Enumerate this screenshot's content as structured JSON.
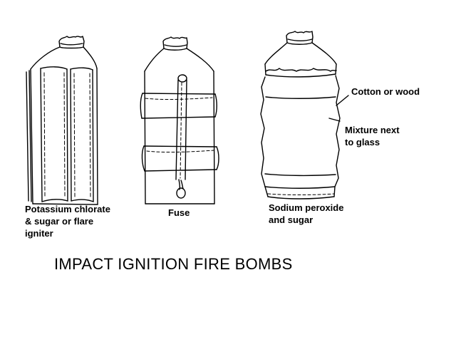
{
  "labels": {
    "bottle1": [
      "Potassium chlorate",
      "& sugar or flare",
      "igniter"
    ],
    "bottle2": "Fuse",
    "bottle3": [
      "Sodium peroxide",
      "and sugar"
    ],
    "cotton": "Cotton or wood",
    "mixture": [
      "Mixture next",
      "to glass"
    ]
  },
  "title": "IMPACT IGNITION FIRE BOMBS"
}
